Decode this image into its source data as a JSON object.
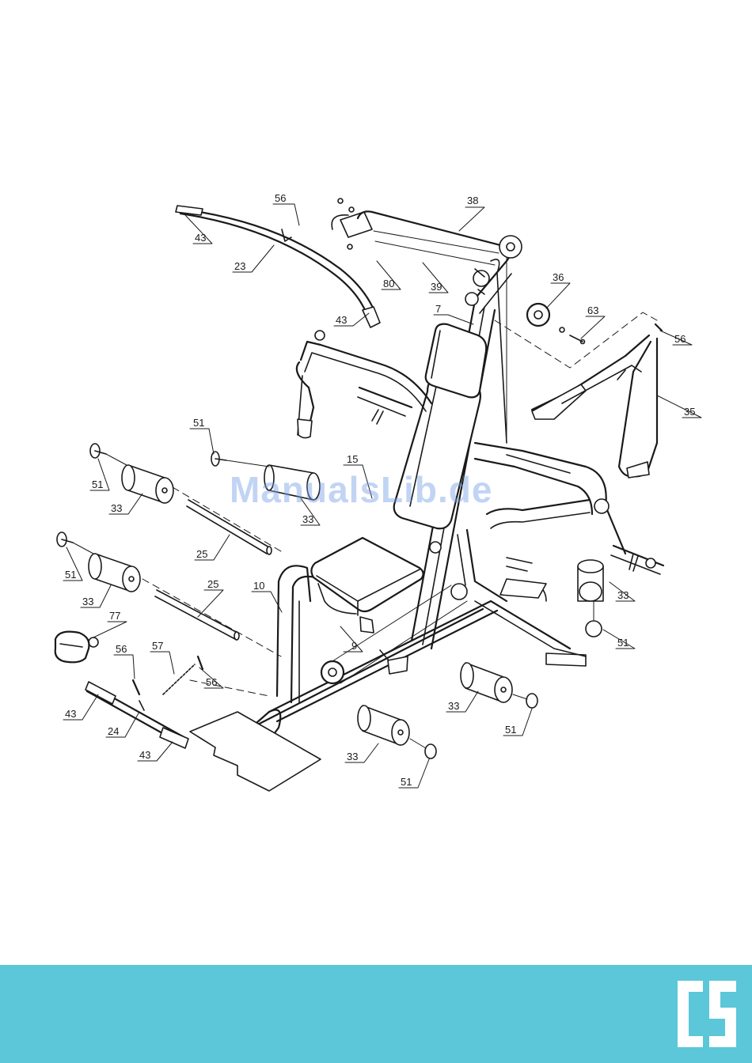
{
  "watermark": "ManualsLib.de",
  "brand": {
    "logo_text": "CS",
    "band_color": "#5bc7d9"
  },
  "callouts": {
    "c56_top": "56",
    "c38": "38",
    "c43_top": "43",
    "c23": "23",
    "c80": "80",
    "c39": "39",
    "c36": "36",
    "c7": "7",
    "c63": "63",
    "c43_mid": "43",
    "c56_right": "56",
    "c35": "35",
    "c51_a": "51",
    "c51_b": "51",
    "c15": "15",
    "c33_a": "33",
    "c33_b": "33",
    "c25_a": "25",
    "c51_c": "51",
    "c10": "10",
    "c25_b": "25",
    "c33_c": "33",
    "c77": "77",
    "c33_d": "33",
    "c51_d": "51",
    "c9": "9",
    "c56_left": "56",
    "c57": "57",
    "c56_b": "56",
    "c43_left": "43",
    "c24": "24",
    "c43_bot": "43",
    "c33_e": "33",
    "c51_e": "51",
    "c33_f": "33",
    "c51_f": "51"
  }
}
